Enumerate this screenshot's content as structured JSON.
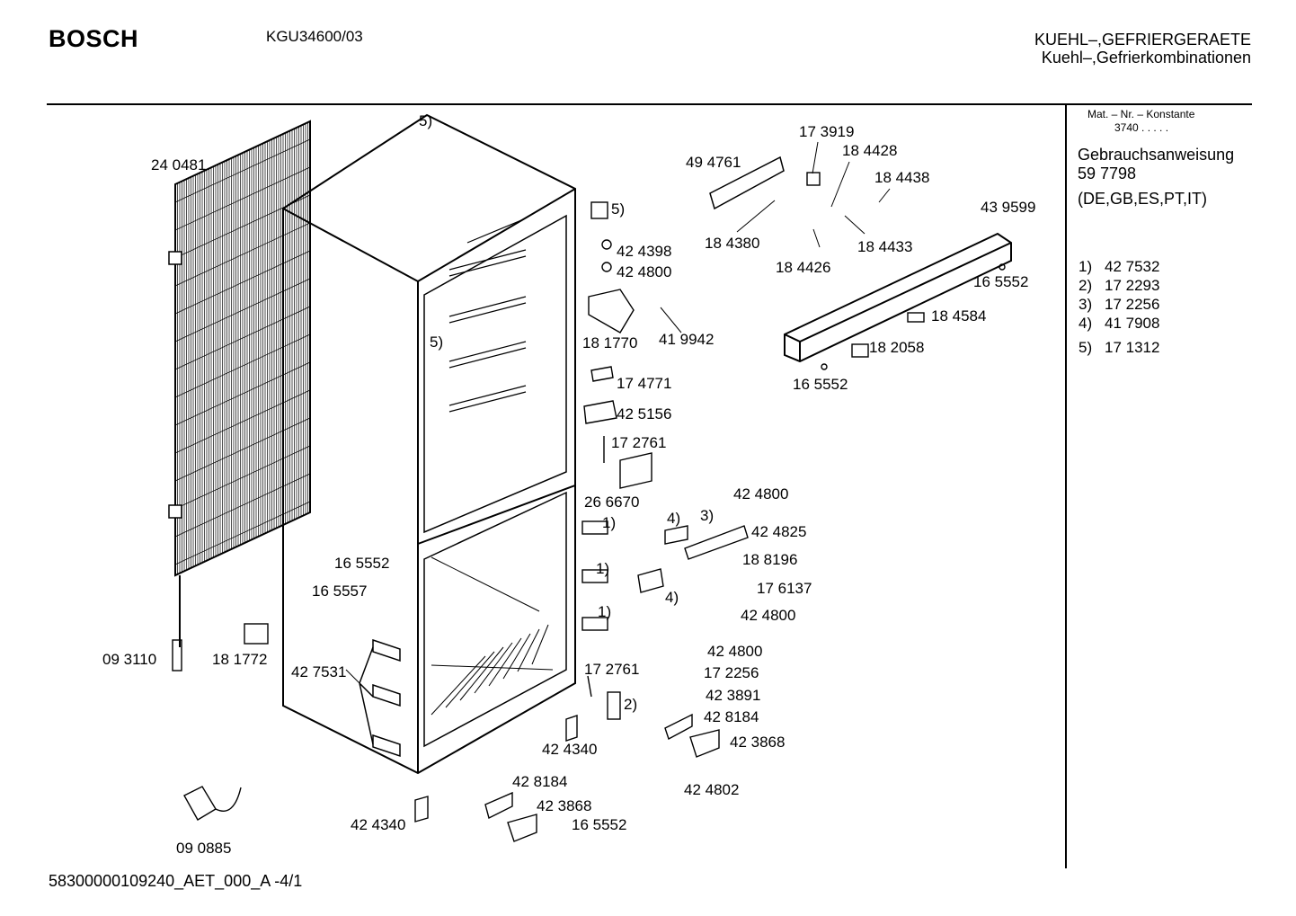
{
  "header": {
    "brand": "BOSCH",
    "model": "KGU34600/03",
    "category_line1": "KUEHL–,GEFRIERGERAETE",
    "category_line2": "Kuehl–,Gefrierkombinationen"
  },
  "sidebar": {
    "mat_header": "Mat. – Nr. – Konstante",
    "mat_value": "3740  .  .  .  .  .",
    "manual_title": "Gebrauchsanweisung",
    "manual_number": "59 7798",
    "manual_languages": "(DE,GB,ES,PT,IT)",
    "notes": [
      {
        "key": "1)",
        "value": "42 7532"
      },
      {
        "key": "2)",
        "value": "17 2293"
      },
      {
        "key": "3)",
        "value": "17 2256"
      },
      {
        "key": "4)",
        "value": "41 7908"
      },
      {
        "key": "5)",
        "value": "17 1312"
      }
    ]
  },
  "parts": [
    {
      "id": "p1",
      "label": "24 0481"
    },
    {
      "id": "p2",
      "label": "5)"
    },
    {
      "id": "p3",
      "label": "5)"
    },
    {
      "id": "p4",
      "label": "42 4398"
    },
    {
      "id": "p5",
      "label": "42 4800"
    },
    {
      "id": "p6",
      "label": "18 1770"
    },
    {
      "id": "p7",
      "label": "41 9942"
    },
    {
      "id": "p8",
      "label": "5)"
    },
    {
      "id": "p9",
      "label": "17 4771"
    },
    {
      "id": "p10",
      "label": "42 5156"
    },
    {
      "id": "p11",
      "label": "17 2761"
    },
    {
      "id": "p12",
      "label": "26 6670"
    },
    {
      "id": "p13",
      "label": "49 4761"
    },
    {
      "id": "p14",
      "label": "17 3919"
    },
    {
      "id": "p15",
      "label": "18 4428"
    },
    {
      "id": "p16",
      "label": "18 4438"
    },
    {
      "id": "p17",
      "label": "18 4380"
    },
    {
      "id": "p18",
      "label": "18 4433"
    },
    {
      "id": "p19",
      "label": "18 4426"
    },
    {
      "id": "p20",
      "label": "43 9599"
    },
    {
      "id": "p21",
      "label": "16 5552"
    },
    {
      "id": "p22",
      "label": "18 4584"
    },
    {
      "id": "p23",
      "label": "18 2058"
    },
    {
      "id": "p24",
      "label": "16 5552"
    },
    {
      "id": "p25",
      "label": "42 4800"
    },
    {
      "id": "p26",
      "label": "4)"
    },
    {
      "id": "p27",
      "label": "3)"
    },
    {
      "id": "p28",
      "label": "42 4825"
    },
    {
      "id": "p29",
      "label": "1)"
    },
    {
      "id": "p30",
      "label": "18 8196"
    },
    {
      "id": "p31",
      "label": "1)"
    },
    {
      "id": "p32",
      "label": "4)"
    },
    {
      "id": "p33",
      "label": "17 6137"
    },
    {
      "id": "p34",
      "label": "1)"
    },
    {
      "id": "p35",
      "label": "42 4800"
    },
    {
      "id": "p36",
      "label": "16 5552"
    },
    {
      "id": "p37",
      "label": "16 5557"
    },
    {
      "id": "p38",
      "label": "09 3110"
    },
    {
      "id": "p39",
      "label": "18 1772"
    },
    {
      "id": "p40",
      "label": "42 7531"
    },
    {
      "id": "p41",
      "label": "17 2761"
    },
    {
      "id": "p42",
      "label": "2)"
    },
    {
      "id": "p43",
      "label": "42 4800"
    },
    {
      "id": "p44",
      "label": "17 2256"
    },
    {
      "id": "p45",
      "label": "42 3891"
    },
    {
      "id": "p46",
      "label": "42 8184"
    },
    {
      "id": "p47",
      "label": "42 3868"
    },
    {
      "id": "p48",
      "label": "42 4340"
    },
    {
      "id": "p49",
      "label": "42 8184"
    },
    {
      "id": "p50",
      "label": "42 3868"
    },
    {
      "id": "p51",
      "label": "16 5552"
    },
    {
      "id": "p52",
      "label": "42 4802"
    },
    {
      "id": "p53",
      "label": "42 4340"
    },
    {
      "id": "p54",
      "label": "09 0885"
    }
  ],
  "footer": {
    "doc_code": "58300000109240_AET_000_A  -4/1"
  }
}
